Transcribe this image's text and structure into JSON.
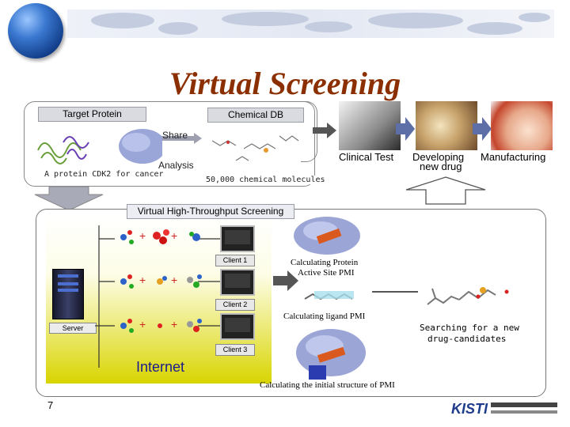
{
  "slide": {
    "title": "Virtual Screening",
    "page_number": "7"
  },
  "top_panel": {
    "target_protein_label": "Target Protein",
    "chemical_db_label": "Chemical DB",
    "share_label": "Share",
    "analysis_label": "Analysis",
    "protein_caption": "A protein CDK2 for cancer",
    "molecules_caption": "50,000 chemical molecules"
  },
  "pipeline": {
    "clinical_test": "Clinical Test",
    "developing_line1": "Developing",
    "developing_line2": "new drug",
    "manufacturing": "Manufacturing"
  },
  "lower_panel": {
    "header": "Virtual High-Throughput Screening",
    "server_label": "Server",
    "clients": [
      "Client 1",
      "Client 2",
      "Client 3"
    ],
    "internet_label": "Internet",
    "calc_active_site_line1": "Calculating Protein",
    "calc_active_site_line2": "Active Site PMI",
    "calc_ligand": "Calculating ligand PMI",
    "calc_initial": "Calculating the initial structure of PMI",
    "searching_line1": "Searching for a new",
    "searching_line2": "drug-candidates",
    "plus": "+"
  },
  "colors": {
    "title": "#8b2f00",
    "panel_gradient_top": "#ffffff",
    "panel_gradient_bottom": "#d8d400",
    "arrow_fill": "#c8c8d8",
    "internet": "#1a1a8c"
  }
}
